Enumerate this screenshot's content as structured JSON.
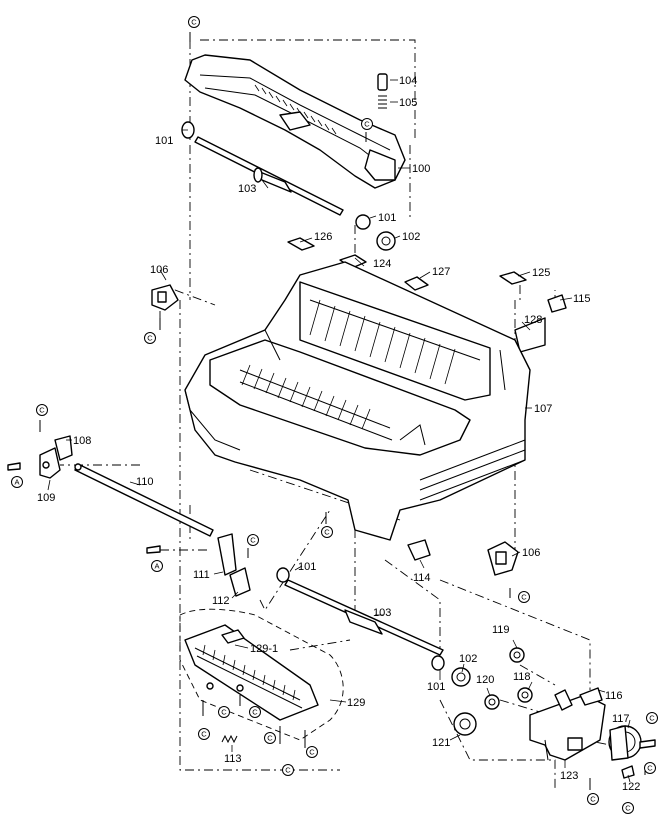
{
  "callouts": [
    "104",
    "105",
    "101",
    "100",
    "103",
    "101",
    "102",
    "126",
    "124",
    "127",
    "125",
    "115",
    "128",
    "106",
    "107",
    "108",
    "109",
    "110",
    "101",
    "111",
    "112",
    "103",
    "114",
    "106",
    "119",
    "118",
    "116",
    "102",
    "101",
    "120",
    "129-1",
    "129",
    "117",
    "121",
    "122",
    "113",
    "123"
  ],
  "marker_c": "C",
  "marker_a": "A"
}
